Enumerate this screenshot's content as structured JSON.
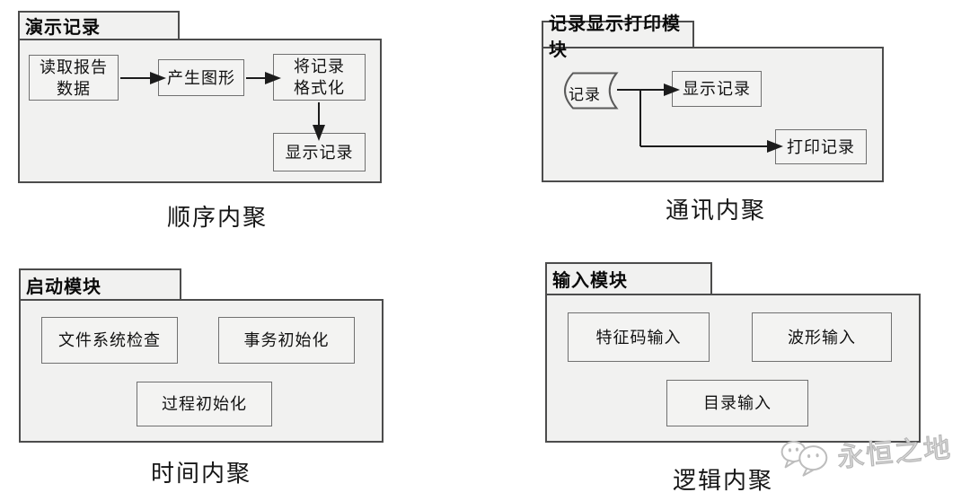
{
  "colors": {
    "page_bg": "#ffffff",
    "panel_fill": "#f1f1f0",
    "panel_border": "#4c4c4c",
    "box_fill": "#f3f3f2",
    "box_border": "#707070",
    "text": "#111111",
    "connector": "#1c1c1c",
    "watermark_gray": "#bdbdbd"
  },
  "panels": [
    {
      "id": "sequential",
      "tab": "演示记录",
      "caption": "顺序内聚",
      "boxes": [
        "读取报告\n数据",
        "产生图形",
        "将记录\n格式化",
        "显示记录"
      ]
    },
    {
      "id": "communication",
      "tab": "记录显示打印模块",
      "caption": "通讯内聚",
      "datastore": "记录",
      "boxes": [
        "显示记录",
        "打印记录"
      ]
    },
    {
      "id": "temporal",
      "tab": "启动模块",
      "caption": "时间内聚",
      "boxes": [
        "文件系统检查",
        "事务初始化",
        "过程初始化"
      ]
    },
    {
      "id": "logical",
      "tab": "输入模块",
      "caption": "逻辑内聚",
      "boxes": [
        "特征码输入",
        "波形输入",
        "目录输入"
      ]
    }
  ],
  "watermark": {
    "icon": "wechat-chat-bubbles-icon",
    "text": "永恒之地"
  }
}
